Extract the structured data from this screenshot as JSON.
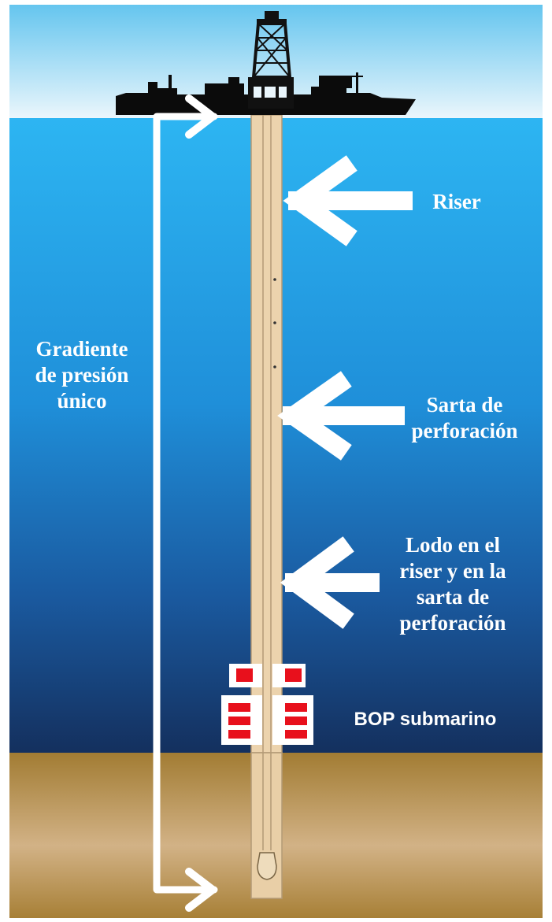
{
  "labels": {
    "riser": "Riser",
    "gradient": [
      "Gradiente",
      "de presión",
      "único"
    ],
    "drill_string": [
      "Sarta de",
      "perforación"
    ],
    "mud": [
      "Lodo en el",
      "riser y en la",
      "sarta de",
      "perforación"
    ],
    "bop": "BOP submarino"
  },
  "colors": {
    "sky_top": "#5fc3ee",
    "sky_bottom": "#eaf6fc",
    "sea_top": "#2db5f2",
    "sea_mid": "#1a78c2",
    "sea_bottom": "#14305e",
    "seabed_top": "#a27c33",
    "seabed_mid": "#d2b286",
    "seabed_bottom": "#a57d32",
    "riser_fill": "#ecd3ad",
    "riser_line": "#b39a76",
    "bop_red": "#e8101c",
    "ship": "#0b0b0b",
    "arrow": "#ffffff"
  },
  "icons": [
    "drilling-ship-icon",
    "derrick-icon",
    "bop-stack-icon",
    "drill-bit-icon"
  ]
}
